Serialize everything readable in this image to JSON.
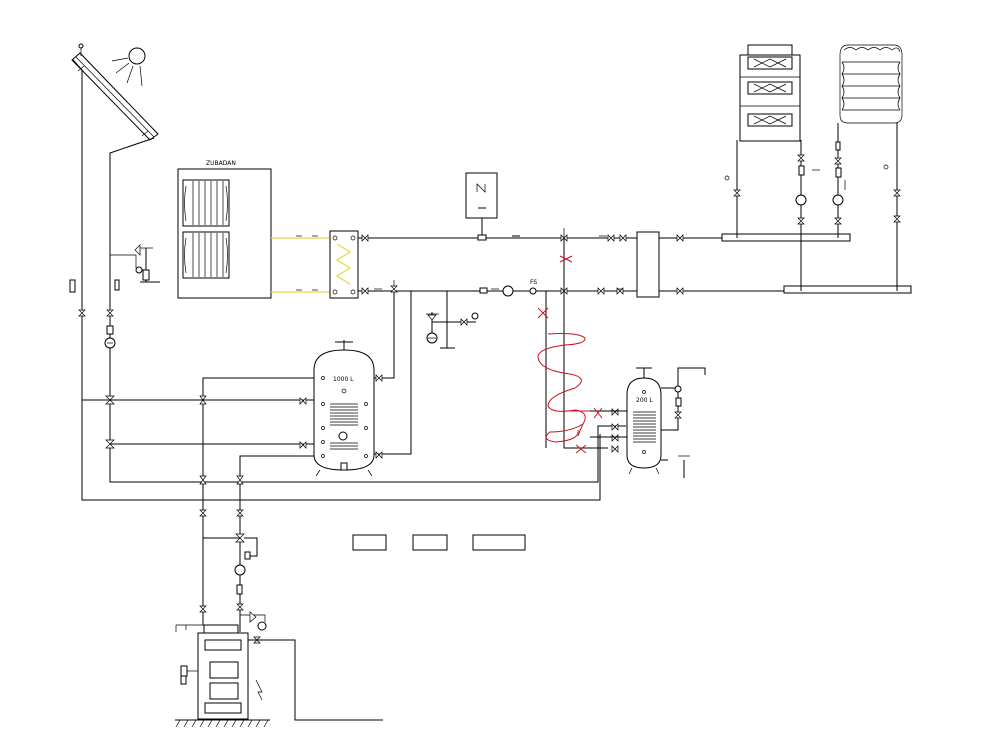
{
  "labels": {
    "heat_pump": "ZUBADAN",
    "buffer_tank": "1000 L",
    "dhw_tank": "200 L",
    "flow_switch": "FS"
  },
  "colors": {
    "line": "#000000",
    "hot_feed": "#e8d84a",
    "markup": "#c8141e",
    "background": "#ffffff"
  }
}
